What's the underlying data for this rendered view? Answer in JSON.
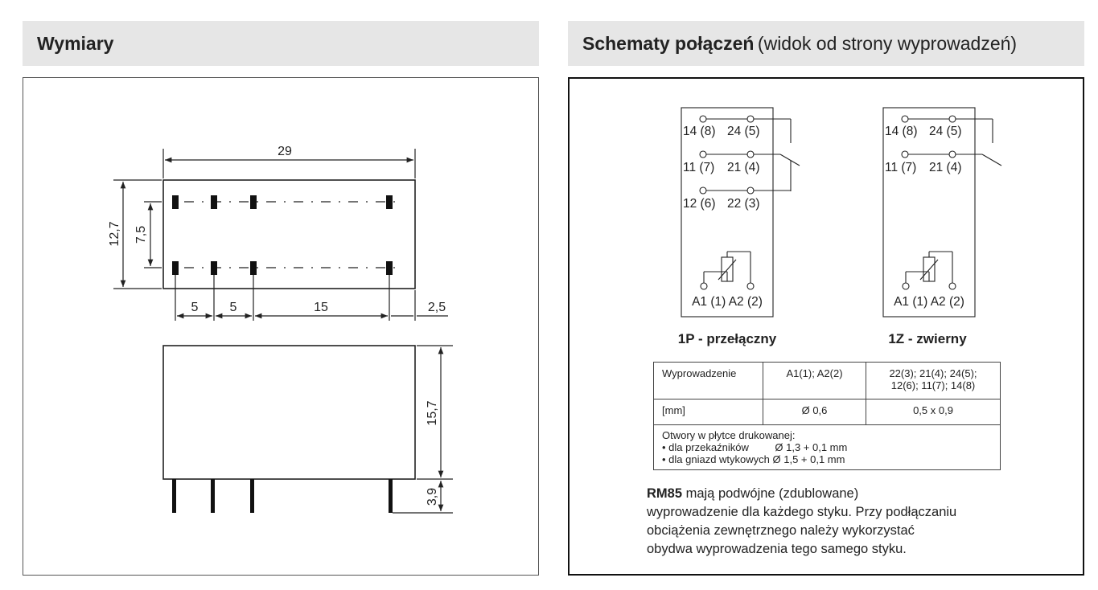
{
  "left": {
    "title": "Wymiary",
    "dimensions": {
      "width": "29",
      "height_total": "12,7",
      "pin_row_spacing": "7,5",
      "pitch_1": "5",
      "pitch_2": "5",
      "pitch_3": "15",
      "offset_right": "2,5",
      "body_height": "15,7",
      "pin_length": "3,9"
    }
  },
  "right": {
    "title": "Schematy połączeń",
    "subtitle": "(widok od strony wyprowadzeń)",
    "schematic_1p": {
      "caption": "1P - przełączny",
      "pin_14": "14 (8)",
      "pin_24": "24 (5)",
      "pin_11": "11 (7)",
      "pin_21": "21 (4)",
      "pin_12": "12 (6)",
      "pin_22": "22 (3)",
      "coil": "A1 (1) A2 (2)"
    },
    "schematic_1z": {
      "caption": "1Z - zwierny",
      "pin_14": "14 (8)",
      "pin_24": "24 (5)",
      "pin_11": "11 (7)",
      "pin_21": "21 (4)",
      "coil": "A1 (1) A2 (2)"
    },
    "table": {
      "row1": {
        "label": "Wyprowadzenie",
        "coil_pins": "A1(1); A2(2)",
        "contact_pins_line1": "22(3); 21(4); 24(5);",
        "contact_pins_line2": "12(6); 11(7); 14(8)"
      },
      "row2": {
        "label": "[mm]",
        "coil_value": "Ø 0,6",
        "contact_value": "0,5 x 0,9"
      },
      "note": {
        "line1": "Otwory w płytce drukowanej:",
        "line2": "• dla przekaźników         Ø 1,3 + 0,1 mm",
        "line3": "• dla gniazd wtykowych Ø 1,5 + 0,1 mm"
      }
    },
    "description": {
      "bold": "RM85",
      "text_line1": " mają podwójne (zdublowane)",
      "text_line2": "wyprowadzenie dla każdego styku. Przy podłączaniu",
      "text_line3": "obciążenia zewnętrznego należy wykorzystać",
      "text_line4": "obydwa wyprowadzenia tego samego styku."
    }
  }
}
